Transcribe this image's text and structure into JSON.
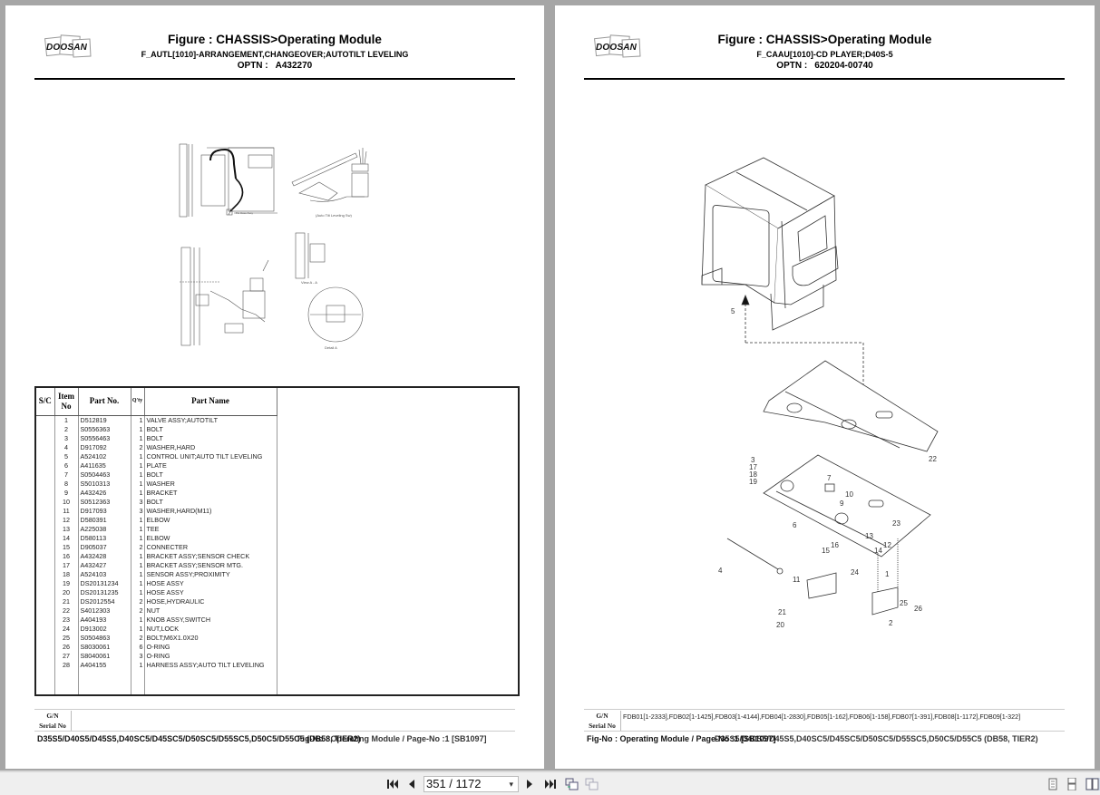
{
  "viewer": {
    "toolbar": {
      "first_page": "first-page",
      "prev_page": "previous-page",
      "page_indicator": "351 / 1172",
      "next_page": "next-page",
      "last_page": "last-page",
      "view_modes": [
        "single-page-view",
        "continuous-view",
        "facing-pages-view"
      ],
      "active_view": "facing-pages-view"
    },
    "colors": {
      "background": "#a6a6a6",
      "toolbar": "#efefef",
      "page": "#ffffff"
    }
  },
  "left_page": {
    "logo": "DOOSAN",
    "figure_title": "Figure : CHASSIS>Operating Module",
    "figure_subtitle": "F_AUTL[1010]-ARRANGEMENT,CHANGEOVER;AUTOTILT LEVELING",
    "optn_label": "OPTN :",
    "optn_value": "A432270",
    "drawing_labels": [
      "(Auto Tilt Leveling Sw)",
      "View A - A",
      "Detail A"
    ],
    "table": {
      "headers": {
        "sc": "S/C",
        "item": "Item No",
        "part_no": "Part No.",
        "qty": "Q'ty",
        "part_name": "Part Name"
      },
      "rows": [
        {
          "item": "1",
          "part_no": "D512819",
          "qty": "1",
          "name": "VALVE ASSY;AUTOTILT"
        },
        {
          "item": "2",
          "part_no": "S0556363",
          "qty": "1",
          "name": "BOLT"
        },
        {
          "item": "3",
          "part_no": "S0556463",
          "qty": "1",
          "name": "BOLT"
        },
        {
          "item": "4",
          "part_no": "D917092",
          "qty": "2",
          "name": "WASHER,HARD"
        },
        {
          "item": "5",
          "part_no": "A524102",
          "qty": "1",
          "name": "CONTROL UNIT;AUTO TILT LEVELING"
        },
        {
          "item": "6",
          "part_no": "A411635",
          "qty": "1",
          "name": "PLATE"
        },
        {
          "item": "7",
          "part_no": "S0504463",
          "qty": "1",
          "name": "BOLT"
        },
        {
          "item": "8",
          "part_no": "S5010313",
          "qty": "1",
          "name": "WASHER"
        },
        {
          "item": "9",
          "part_no": "A432426",
          "qty": "1",
          "name": "BRACKET"
        },
        {
          "item": "10",
          "part_no": "S0512363",
          "qty": "3",
          "name": "BOLT"
        },
        {
          "item": "11",
          "part_no": "D917093",
          "qty": "3",
          "name": "WASHER,HARD(M11)"
        },
        {
          "item": "12",
          "part_no": "D580391",
          "qty": "1",
          "name": "ELBOW"
        },
        {
          "item": "13",
          "part_no": "A225038",
          "qty": "1",
          "name": "TEE"
        },
        {
          "item": "14",
          "part_no": "D580113",
          "qty": "1",
          "name": "ELBOW"
        },
        {
          "item": "15",
          "part_no": "D905037",
          "qty": "2",
          "name": "CONNECTER"
        },
        {
          "item": "16",
          "part_no": "A432428",
          "qty": "1",
          "name": "BRACKET ASSY;SENSOR CHECK"
        },
        {
          "item": "17",
          "part_no": "A432427",
          "qty": "1",
          "name": "BRACKET ASSY;SENSOR MTG."
        },
        {
          "item": "18",
          "part_no": "A524103",
          "qty": "1",
          "name": "SENSOR ASSY;PROXIMITY"
        },
        {
          "item": "19",
          "part_no": "DS20131234",
          "qty": "1",
          "name": "HOSE ASSY"
        },
        {
          "item": "20",
          "part_no": "DS20131235",
          "qty": "1",
          "name": "HOSE ASSY"
        },
        {
          "item": "21",
          "part_no": "DS2012554",
          "qty": "2",
          "name": "HOSE,HYDRAULIC"
        },
        {
          "item": "22",
          "part_no": "S4012303",
          "qty": "2",
          "name": "NUT"
        },
        {
          "item": "23",
          "part_no": "A404193",
          "qty": "1",
          "name": "KNOB ASSY,SWITCH"
        },
        {
          "item": "24",
          "part_no": "D913002",
          "qty": "1",
          "name": "NUT,LOCK"
        },
        {
          "item": "25",
          "part_no": "S0504863",
          "qty": "2",
          "name": "BOLT;M6X1.0X20"
        },
        {
          "item": "26",
          "part_no": "S8030061",
          "qty": "6",
          "name": "O-RING"
        },
        {
          "item": "27",
          "part_no": "S8040061",
          "qty": "3",
          "name": "O-RING"
        },
        {
          "item": "28",
          "part_no": "A404155",
          "qty": "1",
          "name": "HARNESS ASSY;AUTO TILT LEVELING"
        }
      ]
    },
    "serial_label_1": "G/N",
    "serial_label_2": "Serial No",
    "serial_value": "",
    "footer": "D35S5/D40S5/D45S5,D40SC5/D45SC5/D50SC5/D55SC5,D50C5/D55C5 (DB58, TIER2)",
    "footer_overlap": "Fig-No : Operating Module / Page-No :1 [SB1097]"
  },
  "right_page": {
    "logo": "DOOSAN",
    "figure_title": "Figure : CHASSIS>Operating Module",
    "figure_subtitle": "F_CAAU[1010]-CD PLAYER;D40S-5",
    "optn_label": "OPTN :",
    "optn_value": "620204-00740",
    "drawing_callouts": [
      "1",
      "2",
      "3",
      "4",
      "5",
      "6",
      "7",
      "9",
      "10",
      "11",
      "12",
      "13",
      "14",
      "15",
      "16",
      "17",
      "18",
      "19",
      "20",
      "21",
      "22",
      "23",
      "24",
      "25",
      "26"
    ],
    "serial_label_1": "G/N",
    "serial_label_2": "Serial No",
    "serial_value": "FDB01[1-2333],FDB02[1-1425],FDB03[1-4144],FDB04[1-2830],FDB05[1-162],FDB06[1-158],FDB07[1-391],FDB08[1-1172],FDB09[1-322]",
    "footer": "Fig-No : Operating Module / Page-No :1 [SB1097]",
    "footer_overlap": "D35S5/D40S5/D45S5,D40SC5/D45SC5/D50SC5/D55SC5,D50C5/D55C5 (DB58, TIER2)"
  }
}
